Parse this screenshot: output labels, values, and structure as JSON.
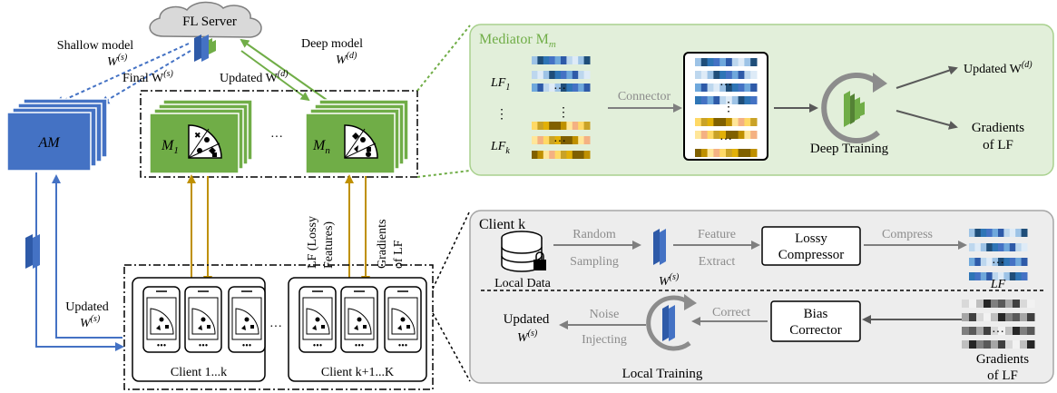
{
  "server": {
    "label": "FL Server"
  },
  "left": {
    "shallow_model": "Shallow model",
    "shallow_w": "W",
    "shallow_sup": "(s)",
    "final_w": "Final W",
    "final_sup": "(s)",
    "deep_model": "Deep model",
    "deep_w": "W",
    "deep_sup": "(d)",
    "updated_w": "Updated W",
    "updated_sup": "(d)",
    "am": "AM",
    "m1": "M",
    "m1_sub": "1",
    "mn": "M",
    "mn_sub": "n",
    "dots": "···",
    "lf_lossy": "LF (Lossy",
    "lf_features": "Features)",
    "gradients": "Gradients",
    "of_lf": "of LF",
    "updated_label": "Updated",
    "updated_ws": "W",
    "updated_ws_sup": "(s)",
    "client_left": "Client 1...k",
    "client_right": "Client k+1...K",
    "client_dots": "···"
  },
  "mediator": {
    "title": "Mediator M",
    "title_sub": "m",
    "lf1": "LF",
    "lf1_sub": "1",
    "vdots": "⋮",
    "lfk": "LF",
    "lfk_sub": "k",
    "connector": "Connector",
    "deep_training": "Deep Training",
    "updated_wd": "Updated W",
    "updated_wd_sup": "(d)",
    "gradients": "Gradients",
    "of_lf": "of LF",
    "stack_dots": "···"
  },
  "client": {
    "title": "Client k",
    "local_data": "Local Data",
    "random": "Random",
    "sampling": "Sampling",
    "ws": "W",
    "ws_sup": "(s)",
    "feature": "Feature",
    "extract": "Extract",
    "lossy": "Lossy",
    "compressor": "Compressor",
    "compress": "Compress",
    "lf": "LF",
    "updated": "Updated",
    "updated_w": "W",
    "updated_w_sup": "(s)",
    "noise": "Noise",
    "injecting": "Injecting",
    "correct": "Correct",
    "bias": "Bias",
    "corrector": "Corrector",
    "local_training": "Local Training",
    "gradients": "Gradients",
    "of_lf": "of LF",
    "stack_dots": "···"
  },
  "colors": {
    "blue": "#4472c4",
    "green": "#70ad47",
    "gold": "#bf9000",
    "mediator_bg": "#e2efda",
    "client_bg": "#ededed",
    "grey_arrow": "#7f7f7f"
  }
}
